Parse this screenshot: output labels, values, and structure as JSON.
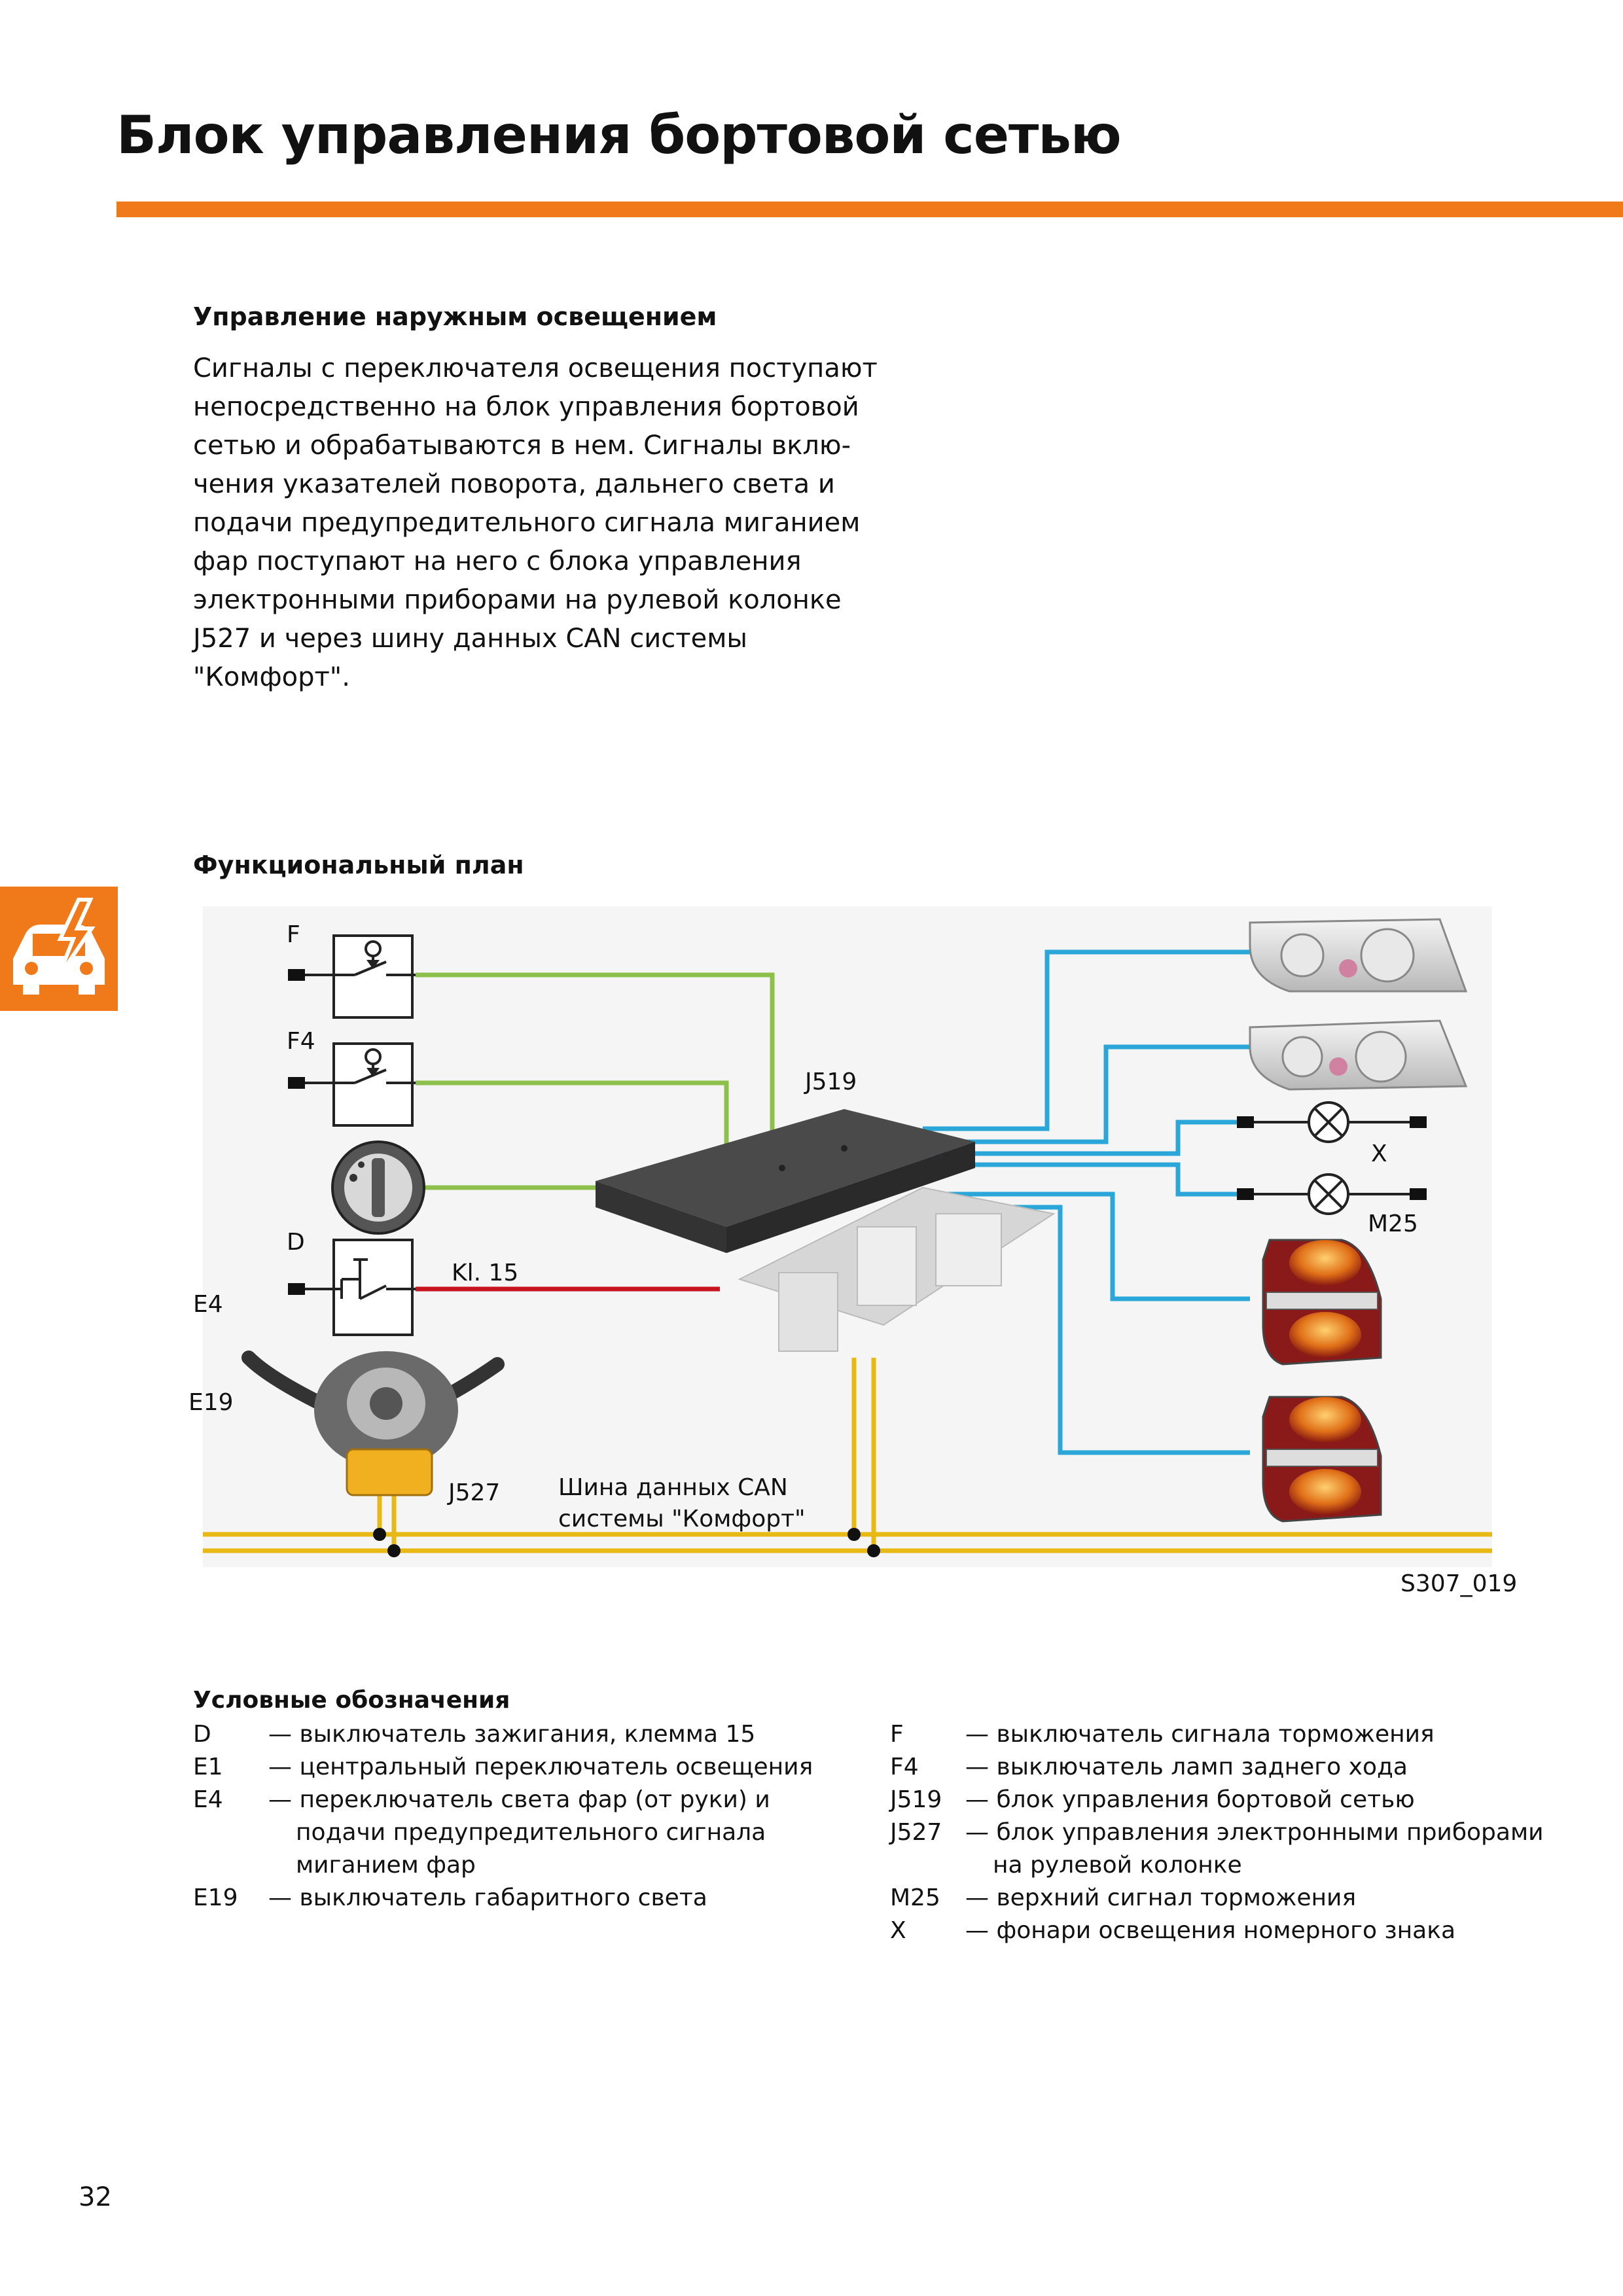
{
  "colors": {
    "accent": "#f07a1a",
    "green_wire": "#8cc04a",
    "blue_wire": "#2aa6d8",
    "red_wire": "#c8141e",
    "yellow_bus": "#e8b814"
  },
  "page": {
    "title": "Блок управления бортовой сетью",
    "number": "32"
  },
  "section": {
    "heading": "Управление наружным освещением",
    "body_lines": [
      "Сигналы с переключателя освещения поступают",
      "непосредственно на блок управления бортовой",
      "сетью и обрабатываются в нем. Сигналы вклю-",
      "чения указателей поворота, дальнего света и",
      "подачи предупредительного сигнала миганием",
      "фар поступают на него с блока управления",
      "электронными приборами на рулевой колонке",
      "J527 и через шину данных CAN системы",
      "\"Комфорт\"."
    ]
  },
  "side_tab": {
    "icon": "car-electrical-icon"
  },
  "diagram": {
    "heading": "Функциональный план",
    "code": "S307_019",
    "labels": {
      "F": "F",
      "F4": "F4",
      "D": "D",
      "E4": "E4",
      "E19": "E19",
      "J519": "J519",
      "J527": "J527",
      "X": "X",
      "M25": "M25",
      "kl15": "Kl. 15",
      "can_line1": "Шина данных CAN",
      "can_line2": "системы \"Комфорт\""
    }
  },
  "legend": {
    "heading": "Условные обозначения",
    "left": [
      {
        "code": "D",
        "lines": [
          "— выключатель зажигания, клемма 15"
        ]
      },
      {
        "code": "E1",
        "lines": [
          "— центральный переключатель освещения"
        ]
      },
      {
        "code": "E4",
        "lines": [
          "— переключатель света фар (от руки) и",
          "подачи предупредительного сигнала",
          "миганием фар"
        ]
      },
      {
        "code": "E19",
        "lines": [
          "— выключатель габаритного света"
        ]
      }
    ],
    "right": [
      {
        "code": "F",
        "lines": [
          "— выключатель сигнала торможения"
        ]
      },
      {
        "code": "F4",
        "lines": [
          "— выключатель ламп заднего хода"
        ]
      },
      {
        "code": "J519",
        "lines": [
          "— блок управления бортовой сетью"
        ]
      },
      {
        "code": "J527",
        "lines": [
          "— блок управления электронными приборами",
          "на рулевой колонке"
        ]
      },
      {
        "code": "M25",
        "lines": [
          "— верхний сигнал торможения"
        ]
      },
      {
        "code": "X",
        "lines": [
          "— фонари освещения номерного знака"
        ]
      }
    ]
  }
}
